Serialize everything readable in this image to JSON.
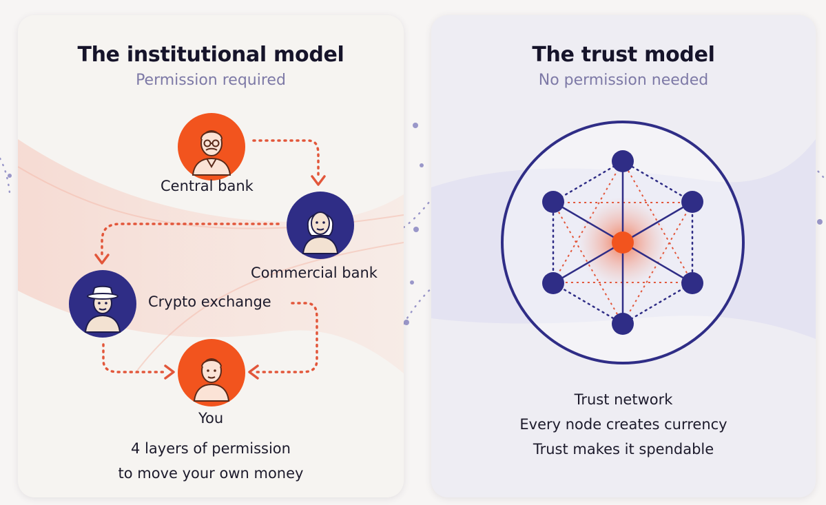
{
  "left_panel": {
    "title": "The institutional model",
    "subtitle": "Permission required",
    "nodes": [
      {
        "id": "central",
        "label": "Central bank",
        "icon": "central-banker-avatar-icon",
        "color": "#f2541e"
      },
      {
        "id": "commercial",
        "label": "Commercial bank",
        "icon": "commercial-banker-avatar-icon",
        "color": "#2f2d86"
      },
      {
        "id": "exchange",
        "label": "Crypto exchange",
        "icon": "exchange-operator-avatar-icon",
        "color": "#2f2d86"
      },
      {
        "id": "you",
        "label": "You",
        "icon": "user-avatar-icon",
        "color": "#f2541e"
      }
    ],
    "caption": [
      "4 layers of permission",
      "to move your own money"
    ]
  },
  "right_panel": {
    "title": "The trust model",
    "subtitle": "No permission needed",
    "caption": [
      "Trust network",
      "Every node creates currency",
      "Trust makes it spendable"
    ]
  },
  "colors": {
    "orange": "#f2541e",
    "navy": "#2f2d86",
    "subtitle": "#7d79a6",
    "dotted_connector": "#e2563a"
  }
}
